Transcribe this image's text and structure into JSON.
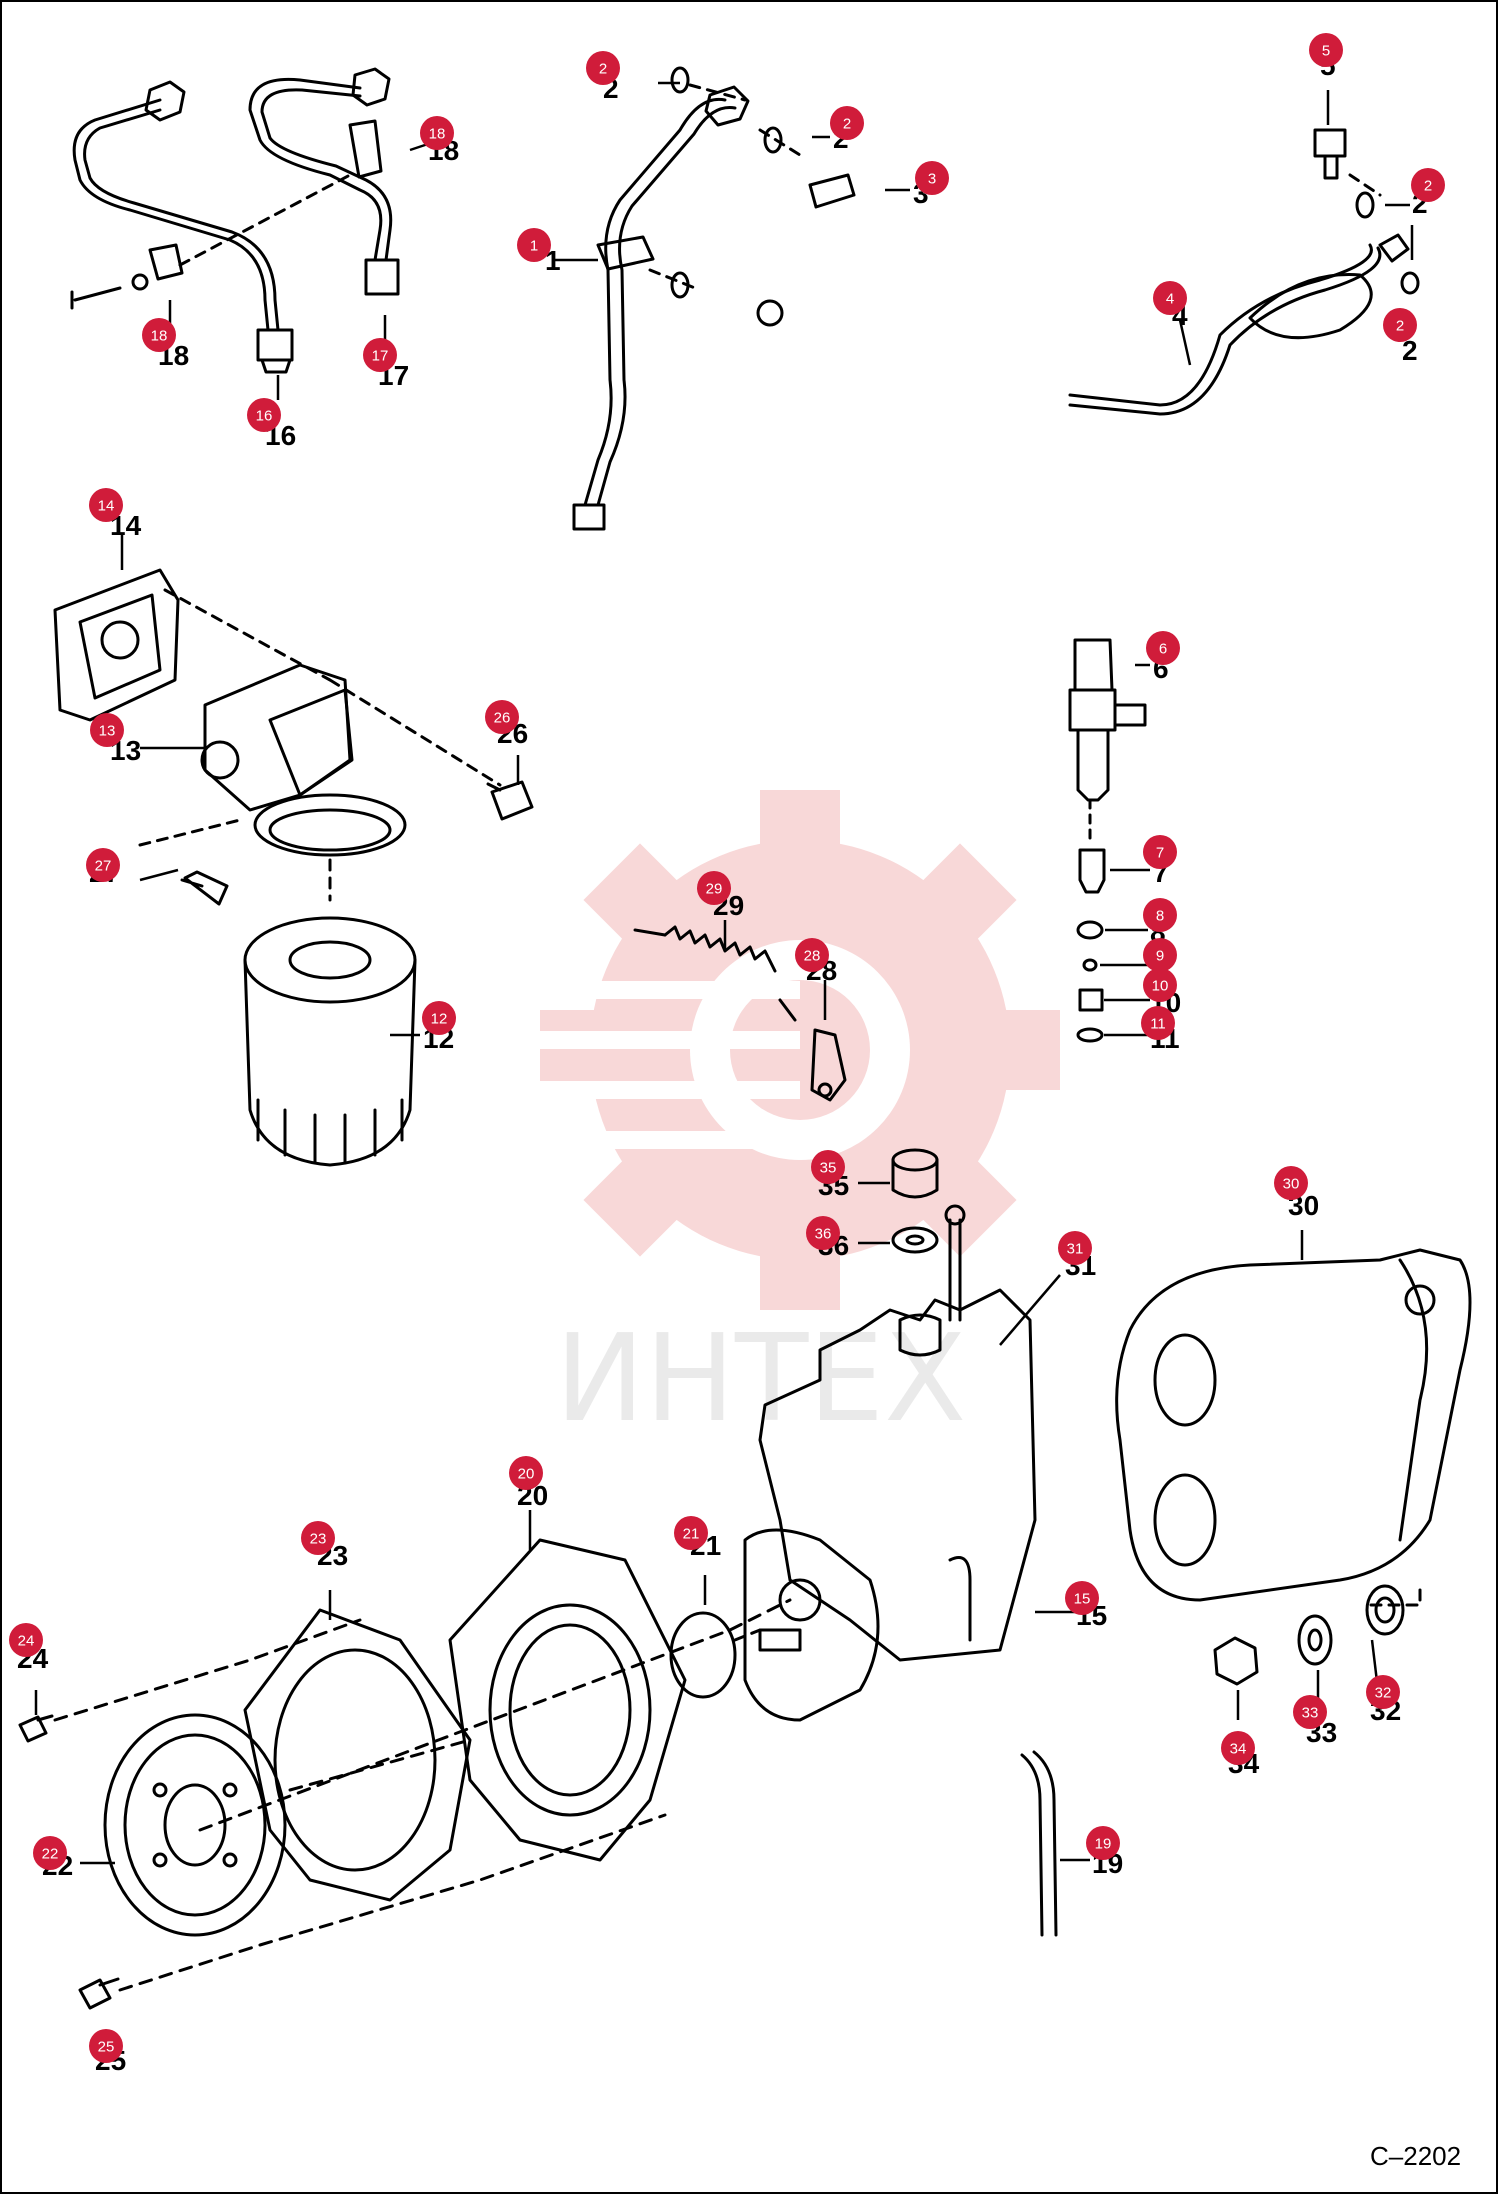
{
  "figure": {
    "code": "C–2202",
    "callout_color": "#d01c3a",
    "callout_text_color": "#ffffff",
    "line_color": "#000000",
    "watermark_color": "#f3b9b9"
  },
  "watermark": {
    "text": "ИНТЕХ"
  },
  "parts": [
    {
      "id": "1",
      "label": "1",
      "callout": "1"
    },
    {
      "id": "2a",
      "label": "2",
      "callout": "2"
    },
    {
      "id": "2b",
      "label": "2",
      "callout": "2"
    },
    {
      "id": "2c",
      "label": "2",
      "callout": "2"
    },
    {
      "id": "2d",
      "label": "2",
      "callout": "2"
    },
    {
      "id": "3",
      "label": "3",
      "callout": "3"
    },
    {
      "id": "4",
      "label": "4",
      "callout": "4"
    },
    {
      "id": "5",
      "label": "5",
      "callout": "5"
    },
    {
      "id": "6",
      "label": "6",
      "callout": "6"
    },
    {
      "id": "7",
      "label": "7",
      "callout": "7"
    },
    {
      "id": "8",
      "label": "8",
      "callout": "8"
    },
    {
      "id": "9",
      "label": "9",
      "callout": "9"
    },
    {
      "id": "10",
      "label": "10",
      "callout": "10"
    },
    {
      "id": "11",
      "label": "11",
      "callout": "11"
    },
    {
      "id": "12",
      "label": "12",
      "callout": "12"
    },
    {
      "id": "13",
      "label": "13",
      "callout": "13"
    },
    {
      "id": "14",
      "label": "14",
      "callout": "14"
    },
    {
      "id": "15",
      "label": "15",
      "callout": "15"
    },
    {
      "id": "16",
      "label": "16",
      "callout": "16"
    },
    {
      "id": "17",
      "label": "17",
      "callout": "17"
    },
    {
      "id": "18a",
      "label": "18",
      "callout": "18"
    },
    {
      "id": "18b",
      "label": "18",
      "callout": "18"
    },
    {
      "id": "19",
      "label": "19",
      "callout": "19"
    },
    {
      "id": "20",
      "label": "20",
      "callout": "20"
    },
    {
      "id": "21",
      "label": "21",
      "callout": "21"
    },
    {
      "id": "22",
      "label": "22",
      "callout": "22"
    },
    {
      "id": "23",
      "label": "23",
      "callout": "23"
    },
    {
      "id": "24",
      "label": "24",
      "callout": "24"
    },
    {
      "id": "25",
      "label": "25",
      "callout": "25"
    },
    {
      "id": "26",
      "label": "26",
      "callout": "26"
    },
    {
      "id": "27",
      "label": "27",
      "callout": "27"
    },
    {
      "id": "28",
      "label": "28",
      "callout": "28"
    },
    {
      "id": "29",
      "label": "29",
      "callout": "29"
    },
    {
      "id": "30",
      "label": "30",
      "callout": "30"
    },
    {
      "id": "31",
      "label": "31",
      "callout": "31"
    },
    {
      "id": "32",
      "label": "32",
      "callout": "32"
    },
    {
      "id": "33",
      "label": "33",
      "callout": "33"
    },
    {
      "id": "34",
      "label": "34",
      "callout": "34"
    },
    {
      "id": "35",
      "label": "35",
      "callout": "35"
    },
    {
      "id": "36",
      "label": "36",
      "callout": "36"
    }
  ]
}
